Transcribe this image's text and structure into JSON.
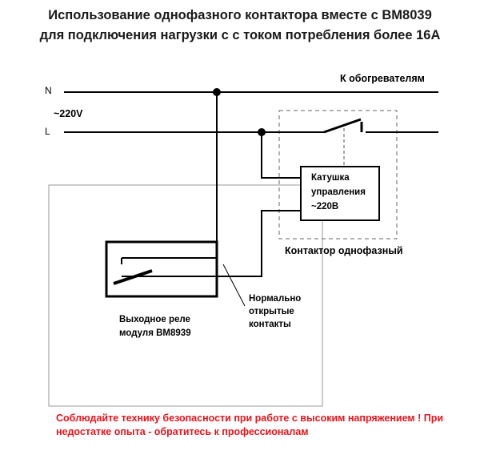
{
  "title": {
    "line1": "Использование однофазного контактора вместе с ВМ8039",
    "line2": "для подключения нагрузки с с током потребления более 16А"
  },
  "labels": {
    "n": "N",
    "l": "L",
    "voltage": "~220V",
    "to_heaters": "К обогревателям",
    "coil_line1": "Катушка",
    "coil_line2": "управления",
    "coil_line3": "~220В",
    "contactor": "Контактор однофазный",
    "no_contacts_line1": "Нормально",
    "no_contacts_line2": "открытые",
    "no_contacts_line3": "контакты",
    "relay_line1": "Выходное реле",
    "relay_line2": "модуля ВМ8939"
  },
  "warning": {
    "line1": "Соблюдайте технику безопасности при работе с высоким напряжением ! При",
    "line2": "недостатке опыта - обратитесь к профессионалам"
  }
}
